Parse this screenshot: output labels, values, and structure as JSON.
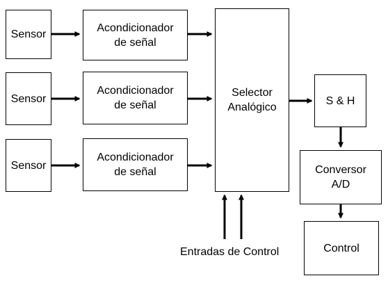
{
  "diagram": {
    "sensors": [
      "Sensor",
      "Sensor",
      "Sensor"
    ],
    "conditioners": [
      "Acondicionador\nde señal",
      "Acondicionador\nde señal",
      "Acondicionador\nde señal"
    ],
    "selector": "Selector\nAnalógico",
    "sample_hold": "S & H",
    "converter": "Conversor\nA/D",
    "control": "Control",
    "control_inputs_label": "Entradas de Control"
  }
}
